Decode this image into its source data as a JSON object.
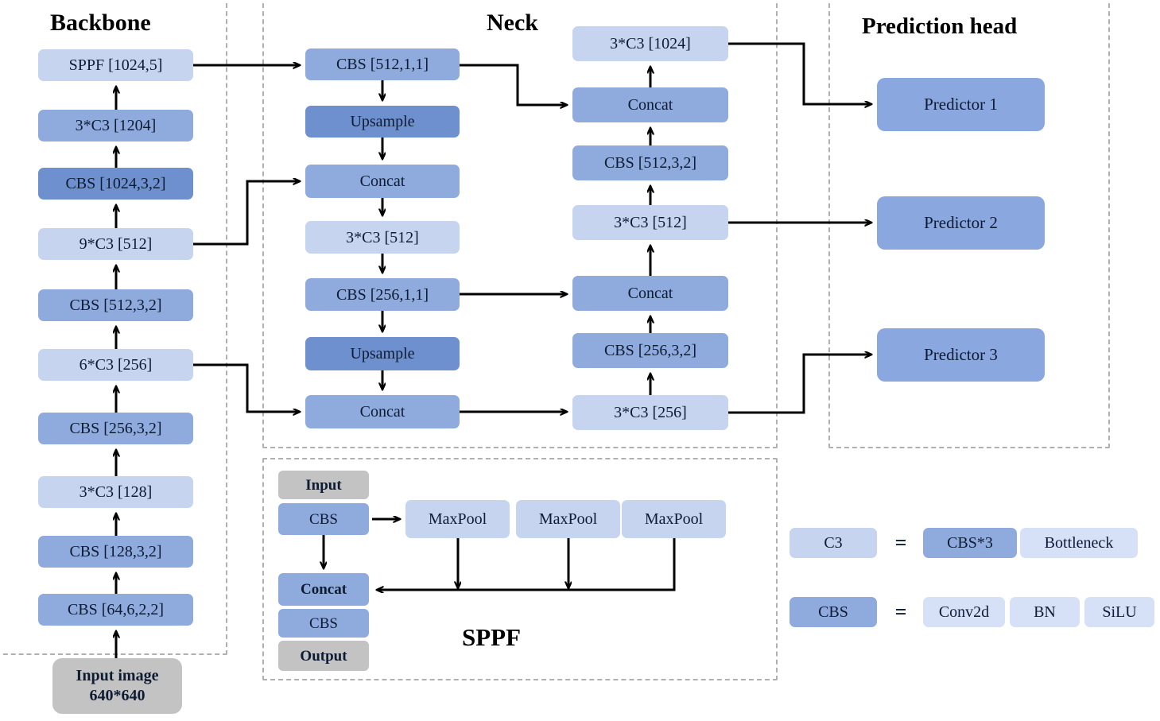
{
  "sections": {
    "backbone_title": "Backbone",
    "neck_title": "Neck",
    "head_title": "Prediction head",
    "sppf_title": "SPPF"
  },
  "backbone": {
    "nodes": [
      {
        "label": "SPPF [1024,5]",
        "tone": "light"
      },
      {
        "label": "3*C3 [1204]",
        "tone": "mid"
      },
      {
        "label": "CBS [1024,3,2]",
        "tone": "dark"
      },
      {
        "label": "9*C3 [512]",
        "tone": "light"
      },
      {
        "label": "CBS [512,3,2]",
        "tone": "mid"
      },
      {
        "label": "6*C3 [256]",
        "tone": "light"
      },
      {
        "label": "CBS [256,3,2]",
        "tone": "mid"
      },
      {
        "label": "3*C3 [128]",
        "tone": "light"
      },
      {
        "label": "CBS [128,3,2]",
        "tone": "mid"
      },
      {
        "label": "CBS [64,6,2,2]",
        "tone": "mid"
      }
    ],
    "input_image_line1": "Input image",
    "input_image_line2": "640*640"
  },
  "neck_left": {
    "nodes": [
      {
        "label": "CBS [512,1,1]",
        "tone": "mid"
      },
      {
        "label": "Upsample",
        "tone": "dark"
      },
      {
        "label": "Concat",
        "tone": "mid"
      },
      {
        "label": "3*C3 [512]",
        "tone": "light"
      },
      {
        "label": "CBS [256,1,1]",
        "tone": "mid"
      },
      {
        "label": "Upsample",
        "tone": "dark"
      },
      {
        "label": "Concat",
        "tone": "mid"
      }
    ]
  },
  "neck_right": {
    "nodes": [
      {
        "label": "3*C3 [1024]",
        "tone": "light"
      },
      {
        "label": "Concat",
        "tone": "mid"
      },
      {
        "label": "CBS [512,3,2]",
        "tone": "mid"
      },
      {
        "label": "3*C3 [512]",
        "tone": "light"
      },
      {
        "label": "Concat",
        "tone": "mid"
      },
      {
        "label": "CBS [256,3,2]",
        "tone": "mid"
      },
      {
        "label": "3*C3 [256]",
        "tone": "light"
      }
    ]
  },
  "prediction_head": {
    "nodes": [
      {
        "label": "Predictor 1"
      },
      {
        "label": "Predictor 2"
      },
      {
        "label": "Predictor 3"
      }
    ]
  },
  "sppf": {
    "input_label": "Input",
    "cbs_top_label": "CBS",
    "maxpool_labels": [
      "MaxPool",
      "MaxPool",
      "MaxPool"
    ],
    "concat_label": "Concat",
    "cbs_bottom_label": "CBS",
    "output_label": "Output"
  },
  "legend": {
    "rows": [
      {
        "key": "C3",
        "key_tone": "light",
        "equals": "=",
        "parts": [
          {
            "label": "CBS*3",
            "tone": "mid"
          },
          {
            "label": "Bottleneck",
            "tone": "lite"
          }
        ]
      },
      {
        "key": "CBS",
        "key_tone": "mid",
        "equals": "=",
        "parts": [
          {
            "label": "Conv2d",
            "tone": "lite"
          },
          {
            "label": "BN",
            "tone": "lite"
          },
          {
            "label": "SiLU",
            "tone": "lite"
          }
        ]
      }
    ]
  },
  "colors": {
    "light": "#c6d4f0",
    "mid": "#8fabdd",
    "dark": "#6e90cf",
    "predictor": "#8aa7e0",
    "grey": "#c3c3c3",
    "legend_lite": "#d6e0f7",
    "dashed_border": "#b0b0b0",
    "arrow": "#000000"
  }
}
